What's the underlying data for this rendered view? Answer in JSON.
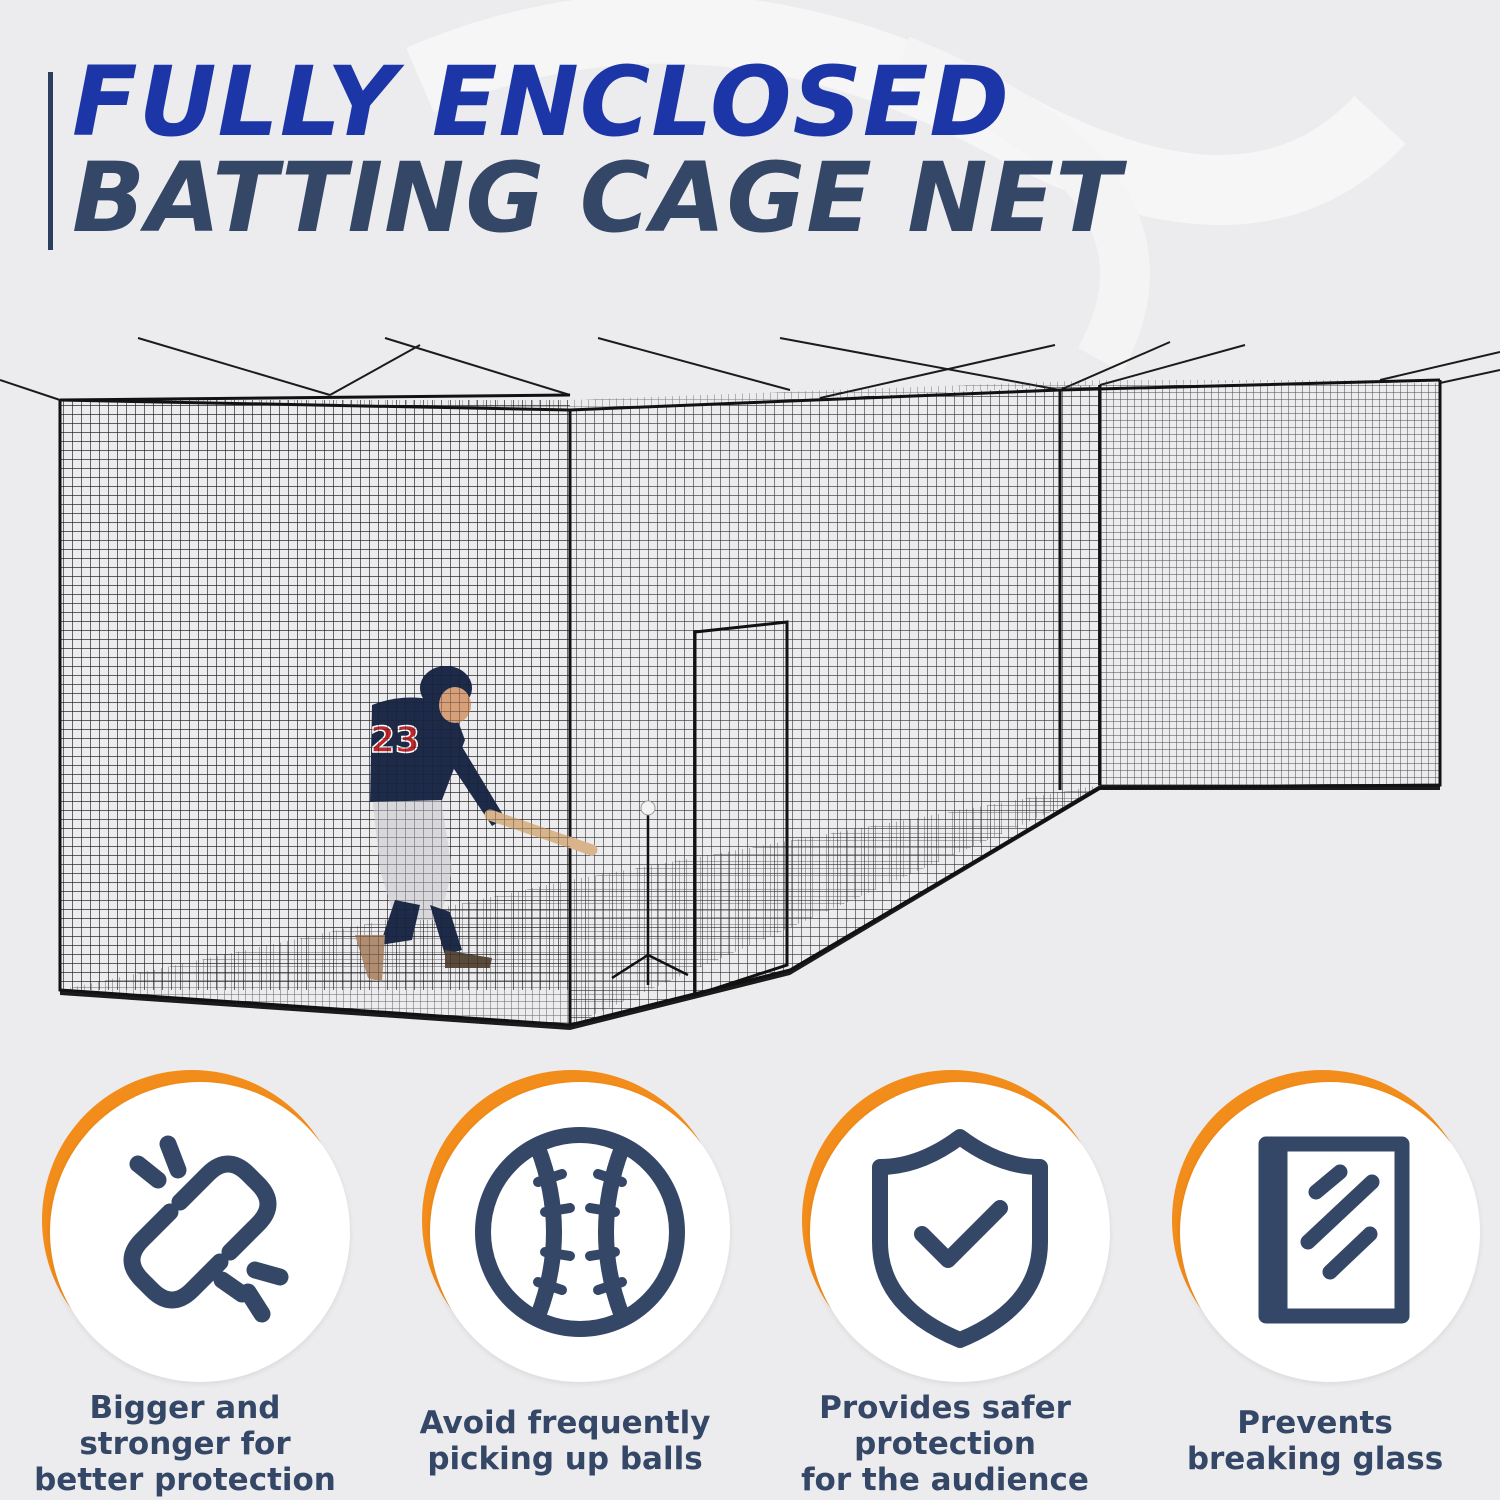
{
  "title": {
    "line1": "FULLY ENCLOSED",
    "line2": "BATTING CAGE NET"
  },
  "player": {
    "jersey_number": "23"
  },
  "colors": {
    "title_blue": "#1c36a8",
    "title_navy": "#354767",
    "accent_orange": "#f28c1a",
    "icon_navy": "#354767"
  },
  "features": [
    {
      "icon": "broken-chain-icon",
      "label_lines": [
        "Bigger and",
        "stronger for",
        "better protection"
      ]
    },
    {
      "icon": "baseball-icon",
      "label_lines": [
        "Avoid frequently",
        "picking up balls"
      ]
    },
    {
      "icon": "shield-check-icon",
      "label_lines": [
        "Provides safer",
        "protection",
        "for the audience"
      ]
    },
    {
      "icon": "glass-pane-icon",
      "label_lines": [
        "Prevents",
        "breaking glass"
      ]
    }
  ]
}
